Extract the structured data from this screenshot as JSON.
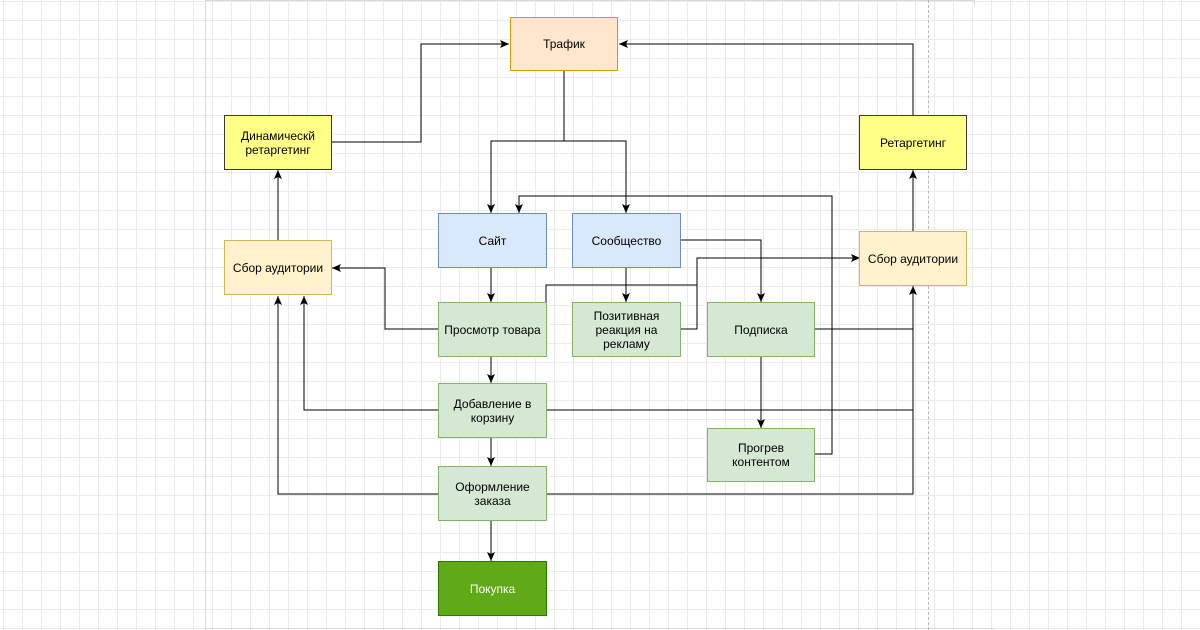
{
  "diagram": {
    "nodes": {
      "traffic": {
        "label": "Трафик"
      },
      "dynamic_retargeting": {
        "label": "Динамическй ретаргетинг"
      },
      "retargeting": {
        "label": "Ретаргетинг"
      },
      "audience_left": {
        "label": "Сбор аудитории"
      },
      "audience_right": {
        "label": "Сбор аудитории"
      },
      "site": {
        "label": "Сайт"
      },
      "community": {
        "label": "Сообщество"
      },
      "product_view": {
        "label": "Просмотр товара"
      },
      "positive_reaction": {
        "label": "Позитивная реакция на рекламу"
      },
      "subscription": {
        "label": "Подписка"
      },
      "add_to_cart": {
        "label": "Добавление в корзину"
      },
      "content_warmup": {
        "label": "Прогрев контентом"
      },
      "checkout": {
        "label": "Оформление заказа"
      },
      "purchase": {
        "label": "Покупка"
      }
    },
    "colors": {
      "traffic": "#ffe6cc",
      "retargeting": "#ffff88",
      "audience": "#fff2cc",
      "entry": "#dae8fc",
      "step": "#d5e8d4",
      "purchase": "#60a917",
      "edge": "#000000"
    }
  }
}
